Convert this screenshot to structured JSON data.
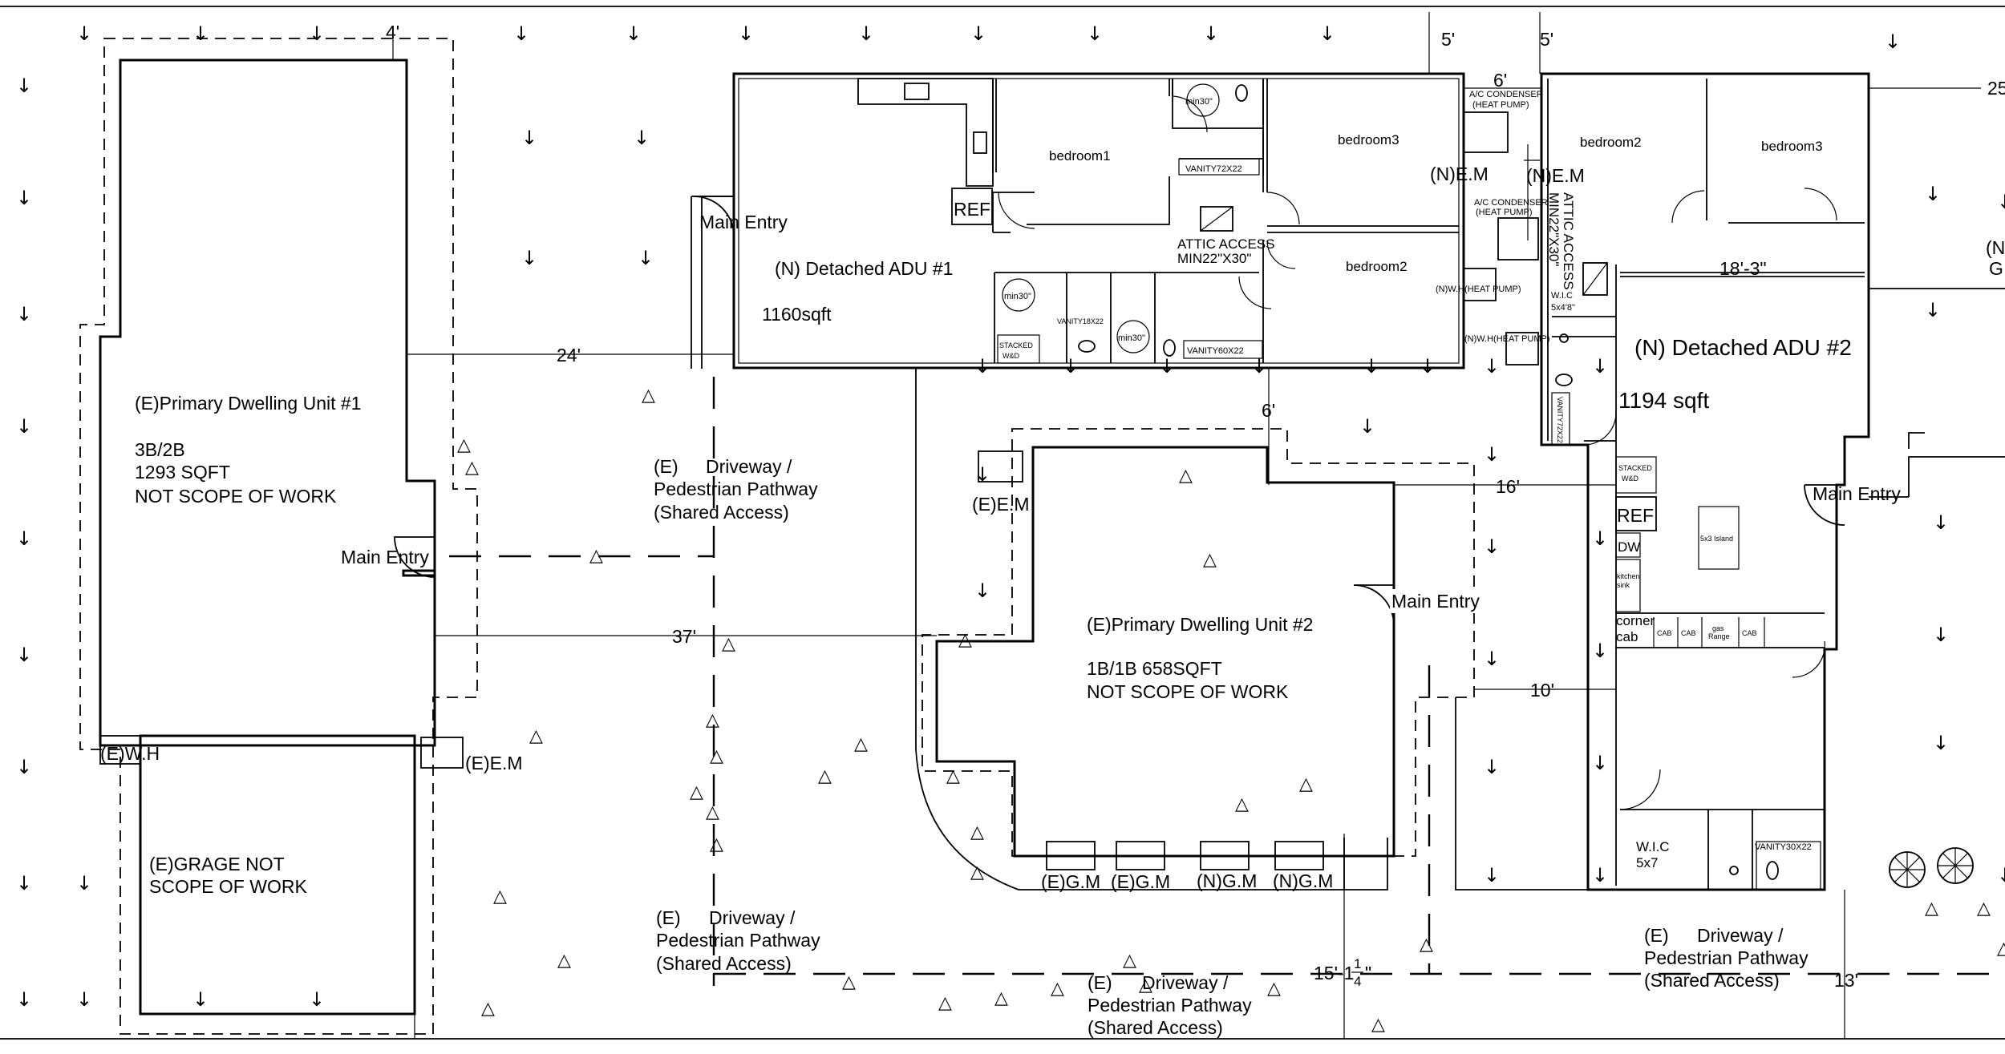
{
  "labels": {
    "primary1_title": "(E)Primary Dwelling Unit #1",
    "primary1_beds": "3B/2B",
    "primary1_sqft": "1293 SQFT",
    "primary1_scope": "NOT SCOPE OF WORK",
    "garage_1": "(E)GRAGE NOT",
    "garage_2": "SCOPE OF WORK",
    "wh_e": "(E)W.H",
    "em_e_left": "(E)E.M",
    "main_entry_p1": "Main Entry",
    "main_entry_adu1": "Main Entry",
    "main_entry_p2": "Main Entry",
    "main_entry_adu2": "Main Entry",
    "adu1_title": "(N)   Detached ADU #1",
    "adu1_sqft": "1160sqft",
    "adu2_title": "(N)   Detached ADU #2",
    "adu2_sqft": "1194 sqft",
    "primary2_title": "(E)Primary Dwelling Unit #2",
    "primary2_beds": "1B/1B 658SQFT",
    "primary2_scope": "NOT SCOPE OF WORK",
    "driveway_e": "(E)",
    "driveway_word": "Driveway /",
    "pedestrian": "Pedestrian Pathway",
    "shared": "(Shared Access)",
    "em_e_mid": "(E)E.M",
    "gm_e1": "(E)G.M",
    "gm_e2": "(E)G.M",
    "gm_n1": "(N)G.M",
    "gm_n2": "(N)G.M",
    "em_n1": "(N)E.M",
    "em_n2": "(N)E.M",
    "bedroom1": "bedroom1",
    "bedroom2": "bedroom2",
    "bedroom3": "bedroom3",
    "ref": "REF",
    "min30": "min30\"",
    "vanity72": "VANITY72X22",
    "vanity60": "VANITY60X22",
    "vanity18": "VANITY18X22",
    "vanity30": "VANITY30X22",
    "vanity_vert": "VANITY72X22",
    "attic_access": "ATTIC ACCESS",
    "attic_min": "MIN22\"X30\"",
    "attic_access_vert": "ATTIC ACCESS",
    "attic_min_vert": "MIN22\"X30\"",
    "stacked": "STACKED",
    "wd": "W&D",
    "ac_condenser": "A/C CONDENSER",
    "heat_pump": "(HEAT PUMP)",
    "nwh_heat_pump": "(N)W.H(HEAT PUMP)",
    "wic": "W.I.C",
    "wic_size_1": "5x4'8\"",
    "wic_size_2": "5x7",
    "island": "5x3 Island",
    "dw": "DW",
    "kitchen_1": "kitchen",
    "kitchen_2": "sink",
    "corner_1": "corner",
    "corner_2": "cab",
    "cab": "CAB",
    "gas_1": "gas",
    "gas_2": "Range",
    "dim_4": "4'",
    "dim_5a": "5'",
    "dim_5b": "5'",
    "dim_6a": "6'",
    "dim_6b": "6'",
    "dim_24": "24'",
    "dim_37": "37'",
    "dim_16": "16'",
    "dim_10": "10'",
    "dim_18_3": "18'-3\"",
    "dim_15_main": "15'-1",
    "dim_15_num": "1",
    "dim_15_den": "4",
    "dim_15_quote": "\"",
    "dim_13": "13'",
    "dim_25": "25",
    "edge_n": "(N",
    "edge_g": "G"
  },
  "symbols": {
    "grass": "grass-symbol",
    "concrete": "concrete-triangle",
    "tree": "tree-symbol"
  }
}
